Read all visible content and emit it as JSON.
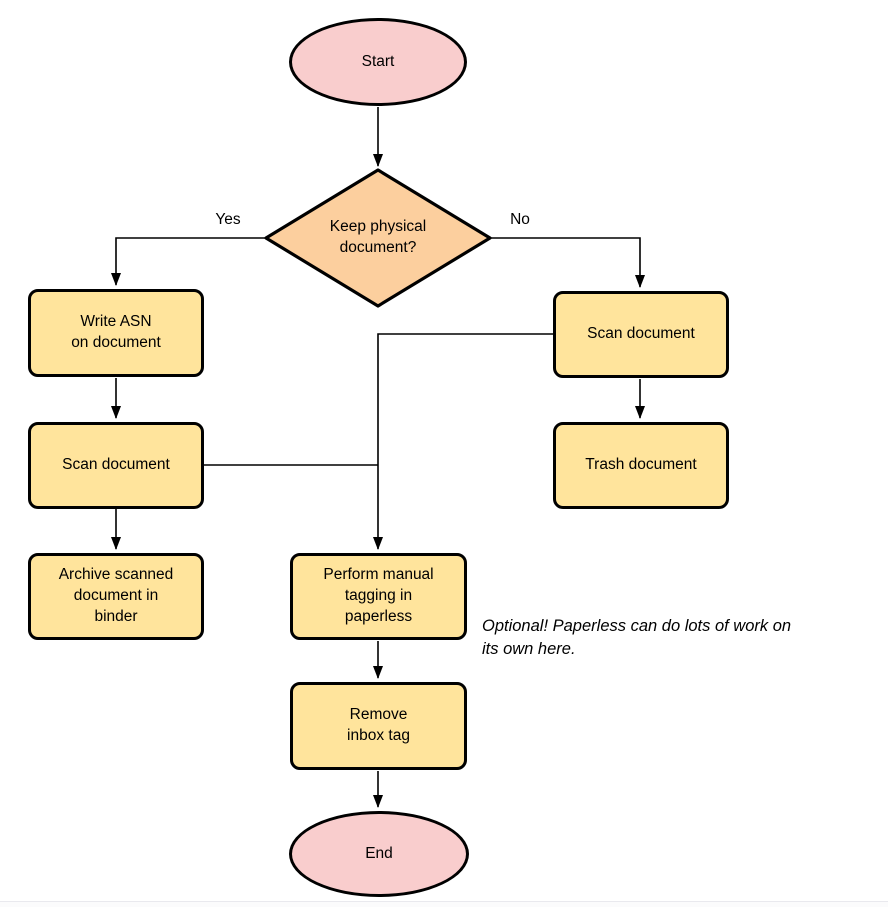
{
  "colors": {
    "terminal_fill": "#f9cdcd",
    "process_fill": "#ffe49c",
    "decision_fill": "#fccf9e",
    "stroke": "#000000"
  },
  "nodes": {
    "start": "Start",
    "decision": "Keep physical\ndocument?",
    "write_asn": "Write ASN\non document",
    "scan_left": "Scan document",
    "archive": "Archive scanned\ndocument in\nbinder",
    "scan_right": "Scan document",
    "trash": "Trash document",
    "tagging": "Perform manual\ntagging in\npaperless",
    "remove_tag": "Remove\ninbox tag",
    "end": "End"
  },
  "edge_labels": {
    "yes": "Yes",
    "no": "No"
  },
  "note": "Optional! Paperless can do lots of work on\nits own here."
}
